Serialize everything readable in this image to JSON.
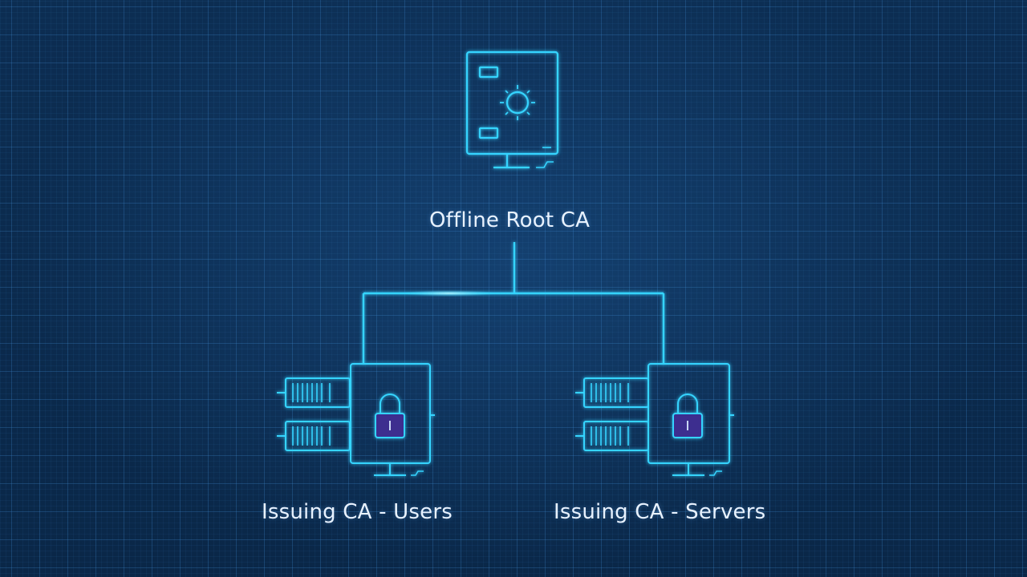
{
  "diagram": {
    "root": {
      "label": "Offline Root CA",
      "icon": "certificate-server-icon"
    },
    "children": [
      {
        "label": "Issuing CA - Users",
        "icon": "locked-server-icon"
      },
      {
        "label": "Issuing CA - Servers",
        "icon": "locked-server-icon"
      }
    ]
  },
  "colors": {
    "background": "#0b2a4d",
    "grid": "#408cd2",
    "line": "#35d4ff",
    "text": "#e8f2ff",
    "lock": "#6a5bd6"
  }
}
